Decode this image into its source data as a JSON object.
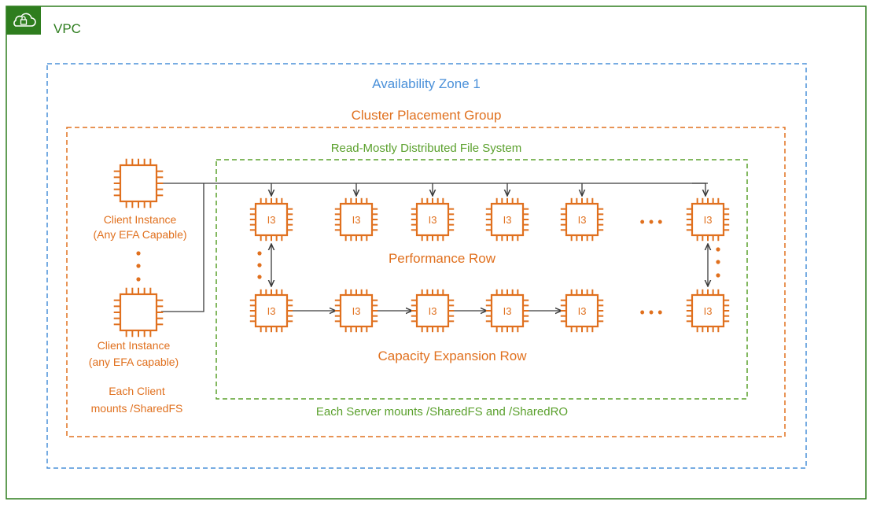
{
  "vpc": {
    "label": "VPC",
    "icon": "cloud-lock-icon",
    "color": "#2e7d1e"
  },
  "availability_zone": {
    "label": "Availability Zone 1",
    "color": "#4a90d9"
  },
  "placement_group": {
    "label": "Cluster Placement Group",
    "color": "#e0701e"
  },
  "file_system": {
    "label": "Read-Mostly Distributed File System",
    "footer": "Each Server mounts /SharedFS and /SharedRO",
    "color": "#5aa02c"
  },
  "clients": {
    "top": {
      "line1": "Client Instance",
      "line2": "(Any EFA Capable)",
      "icon": "chip-icon"
    },
    "bottom": {
      "line1": "Client Instance",
      "line2": "(any EFA capable)",
      "icon": "chip-icon"
    },
    "note": {
      "line1": "Each Client",
      "line2": "mounts /SharedFS"
    }
  },
  "rows": {
    "performance": {
      "label": "Performance Row",
      "chip_label": "I3"
    },
    "capacity": {
      "label": "Capacity Expansion Row",
      "chip_label": "I3"
    }
  },
  "ellipsis": "• • •"
}
